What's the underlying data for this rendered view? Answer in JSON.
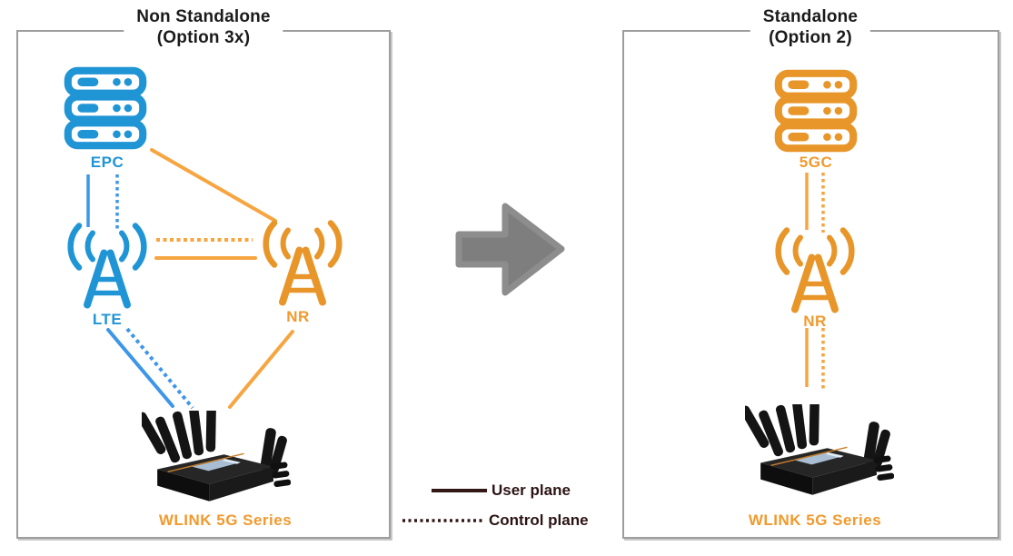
{
  "palette": {
    "blue": "#2095D5",
    "orange": "#E8962A",
    "line_blue": "#3E96E8",
    "line_orange": "#F7A541",
    "arrow_gray": "#7F7F7F",
    "legend_dark": "#2B1414",
    "panel_border": "#9D9D9D"
  },
  "left_panel": {
    "title_line1": "Non Standalone",
    "title_line2": "(Option 3x)",
    "nodes": {
      "epc": {
        "label": "EPC",
        "icon": "server-icon"
      },
      "lte": {
        "label": "LTE",
        "icon": "cell-tower-icon"
      },
      "nr": {
        "label": "NR",
        "icon": "cell-tower-icon"
      },
      "router": {
        "label": "WLINK 5G Series",
        "icon": "router-image"
      }
    },
    "connections": [
      {
        "from": "EPC",
        "to": "LTE",
        "plane": "user",
        "color": "blue"
      },
      {
        "from": "EPC",
        "to": "LTE",
        "plane": "control",
        "color": "blue"
      },
      {
        "from": "EPC",
        "to": "NR",
        "plane": "user",
        "color": "orange"
      },
      {
        "from": "LTE",
        "to": "NR",
        "plane": "control",
        "color": "orange"
      },
      {
        "from": "LTE",
        "to": "NR",
        "plane": "user",
        "color": "orange"
      },
      {
        "from": "LTE",
        "to": "WLINK 5G Series",
        "plane": "user",
        "color": "blue"
      },
      {
        "from": "LTE",
        "to": "WLINK 5G Series",
        "plane": "control",
        "color": "blue"
      },
      {
        "from": "NR",
        "to": "WLINK 5G Series",
        "plane": "user",
        "color": "orange"
      }
    ]
  },
  "right_panel": {
    "title_line1": "Standalone",
    "title_line2": "(Option 2)",
    "nodes": {
      "core": {
        "label": "5GC",
        "icon": "server-icon"
      },
      "nr": {
        "label": "NR",
        "icon": "cell-tower-icon"
      },
      "router": {
        "label": "WLINK 5G Series",
        "icon": "router-image"
      }
    },
    "connections": [
      {
        "from": "5GC",
        "to": "NR",
        "plane": "user",
        "color": "orange"
      },
      {
        "from": "5GC",
        "to": "NR",
        "plane": "control",
        "color": "orange"
      },
      {
        "from": "NR",
        "to": "WLINK 5G Series",
        "plane": "user",
        "color": "orange"
      },
      {
        "from": "NR",
        "to": "WLINK 5G Series",
        "plane": "control",
        "color": "orange"
      }
    ]
  },
  "transition": {
    "arrow": "right-arrow"
  },
  "legend": {
    "user_plane_label": "User plane",
    "control_plane_label": "Control plane"
  }
}
